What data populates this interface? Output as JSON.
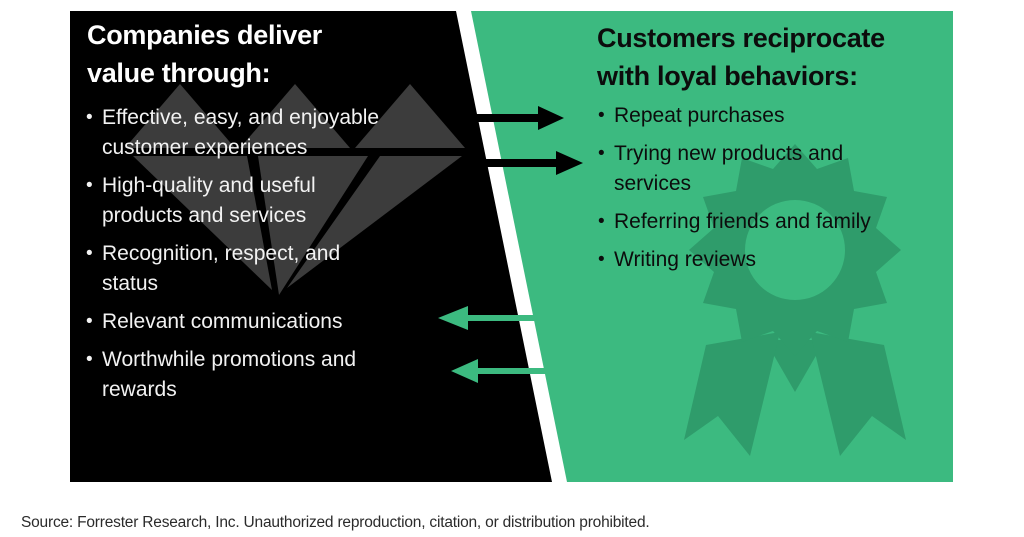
{
  "left_panel": {
    "heading_line1": "Companies deliver",
    "heading_line2": "value through:",
    "watermark": "diamond-icon",
    "bullets": [
      {
        "line1": "Effective, easy, and enjoyable",
        "line2": "customer experiences"
      },
      {
        "line1": "High-quality and useful",
        "line2": "products and services"
      },
      {
        "line1": "Recognition, respect, and",
        "line2": "status"
      },
      {
        "line1": "Relevant communications",
        "line2": ""
      },
      {
        "line1": "Worthwhile promotions and",
        "line2": "rewards"
      }
    ]
  },
  "right_panel": {
    "heading_line1": "Customers reciprocate",
    "heading_line2": "with loyal behaviors:",
    "watermark": "award-ribbon-icon",
    "bullets": [
      {
        "line1": "Repeat purchases",
        "line2": ""
      },
      {
        "line1": "Trying new products and",
        "line2": "services"
      },
      {
        "line1": "Referring friends and family",
        "line2": ""
      },
      {
        "line1": "Writing reviews",
        "line2": ""
      }
    ]
  },
  "arrows": {
    "company_to_customer_count": 2,
    "customer_to_company_count": 2,
    "right_arrow_direction": "left-panel to right-panel",
    "left_arrow_direction": "right-panel to left-panel"
  },
  "footer": {
    "source_text": "Source: Forrester Research, Inc. Unauthorized reproduction, citation, or distribution prohibited."
  },
  "ui": {
    "bullet_char": "•"
  },
  "colors": {
    "background": "#FFFFFF",
    "panel_black": "#000000",
    "panel_green": "#3CBA80",
    "badge_green": "#2F9C6B",
    "diamond_gray": "#3C3C3C",
    "arrow_black": "#000000",
    "arrow_green": "#3CBA80",
    "heading_light": "#FFFFFF",
    "text_light": "#F2F2F2",
    "text_dark": "#0C0C0C",
    "source_text": "#2B2B2B"
  }
}
